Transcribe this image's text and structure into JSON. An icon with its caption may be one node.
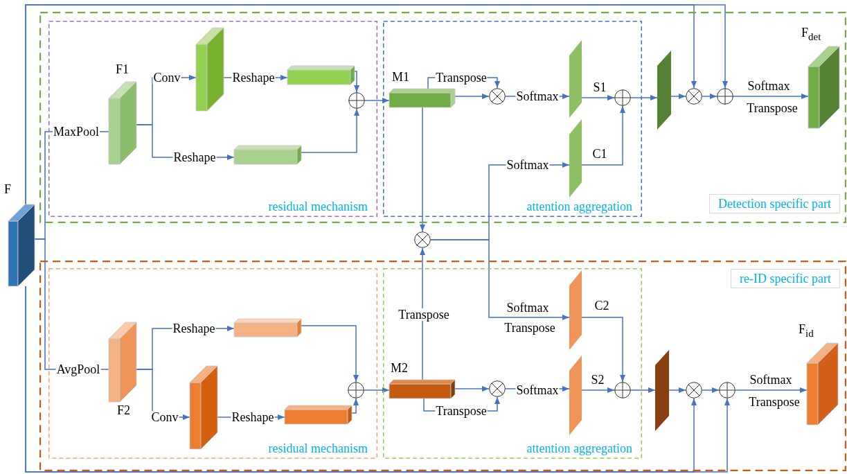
{
  "diagram": {
    "nodes": [
      {
        "text": [
          "F"
        ]
      },
      {
        "text": [
          "Detection specific part"
        ]
      },
      {
        "text": [
          "residual mechanism"
        ],
        "in": 1
      },
      {
        "text": [
          "F1"
        ],
        "in": 2
      },
      {
        "text": [],
        "shape": "box",
        "in": 2
      },
      {
        "text": [],
        "shape": "box",
        "in": 2
      },
      {
        "text": [],
        "shape": "box",
        "in": 2
      },
      {
        "text": [],
        "shape": "circle",
        "in": 2
      },
      {
        "text": [
          "attention aggregation"
        ],
        "in": 1
      },
      {
        "text": [
          "M1"
        ],
        "in": 8
      },
      {
        "text": [],
        "shape": "circle",
        "in": 8
      },
      {
        "text": [],
        "shape": "parallelogram",
        "in": 8
      },
      {
        "text": [],
        "shape": "parallelogram",
        "in": 8
      },
      {
        "text": [],
        "shape": "circle",
        "in": 8
      },
      {
        "text": [],
        "shape": "parallelogram",
        "in": 1
      },
      {
        "text": [],
        "shape": "circle",
        "in": 1
      },
      {
        "text": [],
        "shape": "circle",
        "in": 1
      },
      {
        "text": [
          "F$_{det}$"
        ],
        "in": 1
      },
      {
        "text": [],
        "shape": "circle"
      },
      {
        "text": [
          "re-ID specific part"
        ]
      },
      {
        "text": [
          "residual mechanism"
        ],
        "in": 19
      },
      {
        "text": [
          "F2"
        ],
        "in": 20
      },
      {
        "text": [],
        "shape": "box",
        "in": 20
      },
      {
        "text": [],
        "shape": "box",
        "in": 20
      },
      {
        "text": [],
        "shape": "box",
        "in": 20
      },
      {
        "text": [],
        "shape": "circle",
        "in": 20
      },
      {
        "text": [
          "attention aggregation"
        ],
        "in": 19
      },
      {
        "text": [
          "M2"
        ],
        "in": 26
      },
      {
        "text": [],
        "shape": "circle",
        "in": 26
      },
      {
        "text": [],
        "shape": "parallelogram",
        "in": 26
      },
      {
        "text": [],
        "shape": "parallelogram",
        "in": 26
      },
      {
        "text": [],
        "shape": "circle",
        "in": 26
      },
      {
        "text": [],
        "shape": "parallelogram",
        "in": 19
      },
      {
        "text": [],
        "shape": "circle",
        "in": 19
      },
      {
        "text": [],
        "shape": "circle",
        "in": 19
      },
      {
        "text": [
          "F$_{id}$"
        ],
        "in": 19
      }
    ],
    "edges": [
      {
        "from": 0,
        "to": 3,
        "arrow": "none",
        "label": "MaxPool"
      },
      {
        "from": 3,
        "to": 4,
        "arrow": "to",
        "label": "Conv"
      },
      {
        "from": 3,
        "to": 6,
        "arrow": "to",
        "label": "Reshape"
      },
      {
        "from": 4,
        "to": 5,
        "arrow": "to",
        "label": "Reshape"
      },
      {
        "from": 5,
        "to": 7,
        "arrow": "to"
      },
      {
        "from": 6,
        "to": 7,
        "arrow": "to"
      },
      {
        "from": 7,
        "to": 9,
        "arrow": "to"
      },
      {
        "from": 9,
        "to": 10,
        "arrow": "to",
        "label": "Transpose"
      },
      {
        "from": 9,
        "to": 10,
        "arrow": "to"
      },
      {
        "from": 10,
        "to": 11,
        "arrow": "to",
        "label": "Softmax"
      },
      {
        "from": 11,
        "to": 13,
        "arrow": "to",
        "label": "S1"
      },
      {
        "from": 12,
        "to": 13,
        "arrow": "to",
        "label": "C1"
      },
      {
        "from": 13,
        "to": 14,
        "arrow": "to"
      },
      {
        "from": 14,
        "to": 15,
        "arrow": "to"
      },
      {
        "from": 15,
        "to": 16,
        "arrow": "to"
      },
      {
        "from": 16,
        "to": 17,
        "arrow": "to",
        "label": "Softmax"
      },
      {
        "from": 0,
        "to": 15,
        "arrow": "to"
      },
      {
        "from": 0,
        "to": 16,
        "arrow": "to"
      },
      {
        "from": 9,
        "to": 18,
        "arrow": "to"
      },
      {
        "from": 18,
        "to": 12,
        "arrow": "to",
        "label": "Softmax"
      },
      {
        "from": 18,
        "to": 29,
        "arrow": "to",
        "label": "Softmax"
      },
      {
        "from": 0,
        "to": 21,
        "arrow": "none",
        "label": "AvgPool"
      },
      {
        "from": 21,
        "to": 22,
        "arrow": "to",
        "label": "Reshape"
      },
      {
        "from": 21,
        "to": 23,
        "arrow": "to",
        "label": "Conv"
      },
      {
        "from": 23,
        "to": 24,
        "arrow": "to",
        "label": "Reshape"
      },
      {
        "from": 22,
        "to": 25,
        "arrow": "to"
      },
      {
        "from": 24,
        "to": 25,
        "arrow": "to"
      },
      {
        "from": 25,
        "to": 27,
        "arrow": "to"
      },
      {
        "from": 27,
        "to": 18,
        "arrow": "to",
        "label": "Transpose"
      },
      {
        "from": 27,
        "to": 28,
        "arrow": "to"
      },
      {
        "from": 27,
        "to": 28,
        "arrow": "to",
        "label": "Transpose"
      },
      {
        "from": 28,
        "to": 30,
        "arrow": "to",
        "label": "Softmax"
      },
      {
        "from": 30,
        "to": 31,
        "arrow": "to",
        "label": "S2"
      },
      {
        "from": 29,
        "to": 31,
        "arrow": "to",
        "label": "C2"
      },
      {
        "from": 31,
        "to": 32,
        "arrow": "to"
      },
      {
        "from": 32,
        "to": 33,
        "arrow": "to"
      },
      {
        "from": 33,
        "to": 34,
        "arrow": "to"
      },
      {
        "from": 34,
        "to": 35,
        "arrow": "to",
        "label": "Softmax"
      },
      {
        "from": 0,
        "to": 33,
        "arrow": "to"
      },
      {
        "from": 0,
        "to": 34,
        "arrow": "to"
      }
    ],
    "labels": [
      "Transpose",
      "Transpose",
      "Transpose"
    ]
  }
}
